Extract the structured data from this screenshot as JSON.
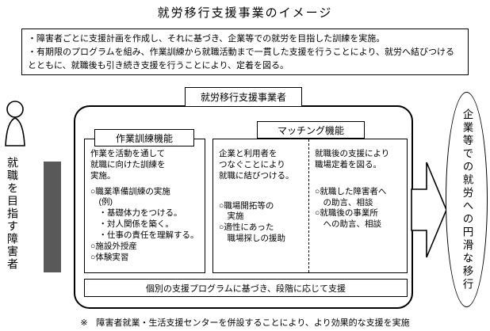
{
  "title": "就労移行支援事業のイメージ",
  "summary_box": {
    "lines": [
      "・障害者ごとに支援計画を作成し、それに基づき、企業等での就労を目指した訓練を実施。",
      "・有期限のプログラムを組み、作業訓練から就職活動まで一貫した支援を行うことにより、就労へ結びつけるとともに、就職後も引き続き支援を行うことにより、定着を図る。"
    ]
  },
  "left_actor": {
    "label": "就職を目指す障害者"
  },
  "provider": {
    "label": "就労移行支援事業者"
  },
  "work_training": {
    "header": "作業訓練機能",
    "intro": "作業を活動を通して\n就職に向けた訓練を\n実施。",
    "items": [
      "○職業準備訓練の実施",
      "　(例)",
      "　・基礎体力をつける。",
      "　・対人関係を築く。",
      "　・仕事の責任を理解する。",
      "○施設外授産",
      "○体験実習"
    ]
  },
  "matching": {
    "header": "マッチング機能",
    "placement": {
      "intro": "企業と利用者を\nつなぐことにより\n就職に結びつける。",
      "items": [
        "○職場開拓等の\n　実施",
        "○適性にあった\n　職場探しの援助"
      ]
    },
    "retention": {
      "intro": "就職後の支援により\n職場定着を図る。",
      "items": [
        "○就職した障害者へ\n　の助言、相談",
        "○就職後の事業所\n　への助言、相談"
      ]
    }
  },
  "program_bar": {
    "label": "個別の支援プログラムに基づき、段階に応じて支援"
  },
  "goal": {
    "label": "企業等での就労への円滑な移行"
  },
  "footnote": "※　障害者就業・生活支援センターを併設することにより、より効果的な支援を実施",
  "colors": {
    "connector_bar": "#595959",
    "ink": "#000000",
    "background": "#ffffff"
  }
}
